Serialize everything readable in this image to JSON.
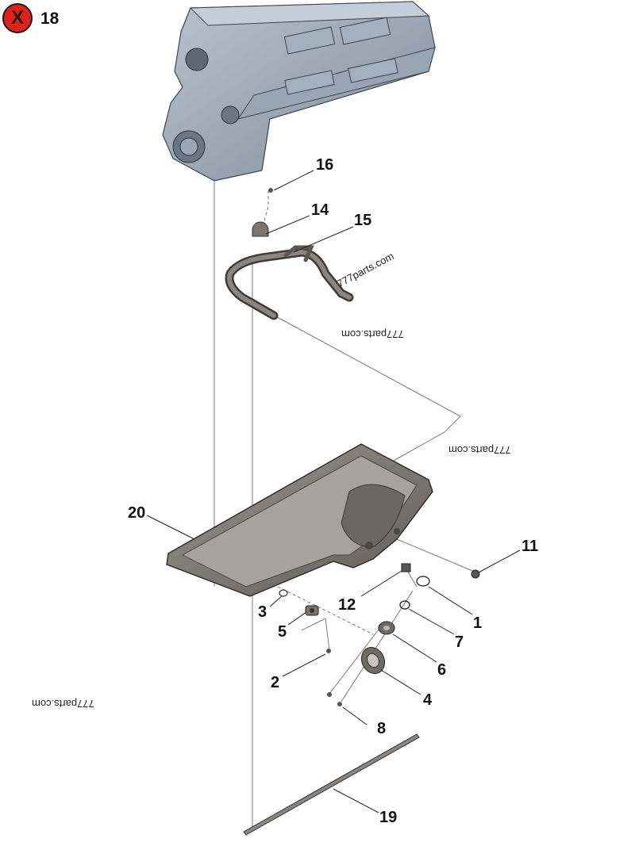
{
  "header": {
    "close_symbol": "X",
    "item_count": "18"
  },
  "callouts": [
    "16",
    "14",
    "15",
    "20",
    "11",
    "12",
    "1",
    "3",
    "5",
    "7",
    "6",
    "2",
    "4",
    "8",
    "19"
  ],
  "watermarks": [
    "777parts.com",
    "777parts.com",
    "777parts.com",
    "777parts.com"
  ],
  "colors": {
    "part_fill": "#8c9aa8",
    "pan_fill": "#7d7a76",
    "close_red": "#e0211b"
  }
}
